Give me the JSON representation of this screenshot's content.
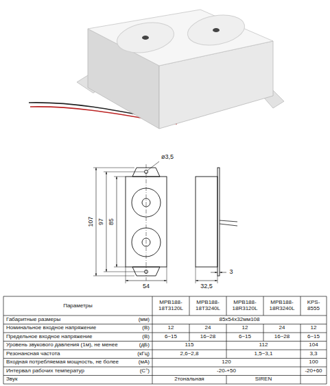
{
  "diagram": {
    "labels": [
      "ø3,5",
      "107",
      "97",
      "85",
      "54",
      "32,5",
      "3",
      "Параметры",
      "MPB188-18T3120L",
      "MPB188-18T3240L",
      "MPB188-18R3120L",
      "MPB188-18R3240L",
      "KPS-8555",
      "Габаритные размеры",
      "(мм)",
      "85x54x32мм108",
      "Номинальное входное напряжение",
      "(В)",
      "12",
      "24",
      "12",
      "24",
      "12",
      "Предельное входное напряжение",
      "(В)",
      "6~15",
      "16~28",
      "6~15",
      "16~28",
      "6~15",
      "Уровень звукового давления (1м), не менее",
      "(дБ)",
      "115",
      "112",
      "104",
      "Резонансная частота",
      "(кГц)",
      "2,6~2,8",
      "1,5~3,1",
      "3,3",
      "Входная потребляемая мощность, не более",
      "(мА)",
      "120",
      "100",
      "Интервал рабочих температур",
      "(С°)",
      "-20-+50",
      "-20+60",
      "Звук",
      "2тональная",
      "SIREN"
    ]
  }
}
